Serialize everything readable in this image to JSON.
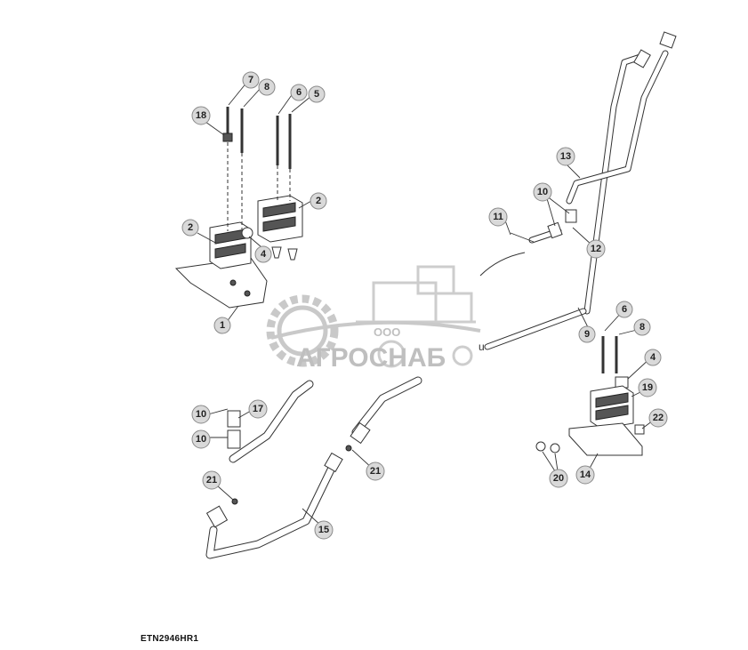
{
  "drawing_code": "ETN2946HR1",
  "watermark": {
    "prefix": "ООО",
    "name": "АГРОСНАБ",
    "color": "#b9b9b9"
  },
  "callouts": [
    {
      "id": "c1",
      "label": "1"
    },
    {
      "id": "c2a",
      "label": "2"
    },
    {
      "id": "c2b",
      "label": "2"
    },
    {
      "id": "c4a",
      "label": "4"
    },
    {
      "id": "c4b",
      "label": "4"
    },
    {
      "id": "c5",
      "label": "5"
    },
    {
      "id": "c6a",
      "label": "6"
    },
    {
      "id": "c6b",
      "label": "6"
    },
    {
      "id": "c7",
      "label": "7"
    },
    {
      "id": "c8a",
      "label": "8"
    },
    {
      "id": "c8b",
      "label": "8"
    },
    {
      "id": "c9",
      "label": "9"
    },
    {
      "id": "c10a",
      "label": "10"
    },
    {
      "id": "c10b",
      "label": "10"
    },
    {
      "id": "c10c",
      "label": "10"
    },
    {
      "id": "c11",
      "label": "11"
    },
    {
      "id": "c12",
      "label": "12"
    },
    {
      "id": "c13",
      "label": "13"
    },
    {
      "id": "c14",
      "label": "14"
    },
    {
      "id": "c15",
      "label": "15"
    },
    {
      "id": "c17",
      "label": "17"
    },
    {
      "id": "c18",
      "label": "18"
    },
    {
      "id": "c19",
      "label": "19"
    },
    {
      "id": "c20",
      "label": "20"
    },
    {
      "id": "c21a",
      "label": "21"
    },
    {
      "id": "c21b",
      "label": "21"
    },
    {
      "id": "c22",
      "label": "22"
    }
  ]
}
